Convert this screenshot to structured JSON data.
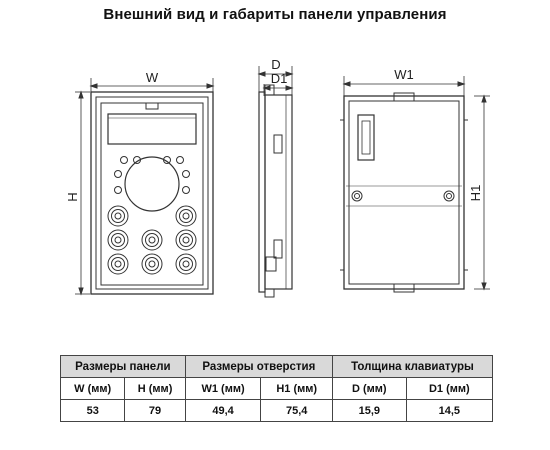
{
  "title": "Внешний вид и габариты панели управления",
  "dimension_labels": {
    "w": "W",
    "h": "H",
    "d": "D",
    "d1": "D1",
    "w1": "W1",
    "h1": "H1"
  },
  "table": {
    "groups": [
      "Размеры панели",
      "Размеры отверстия",
      "Толщина клавиатуры"
    ],
    "units": [
      "W (мм)",
      "H (мм)",
      "W1 (мм)",
      "H1 (мм)",
      "D (мм)",
      "D1 (мм)"
    ],
    "values": [
      "53",
      "79",
      "49,4",
      "75,4",
      "15,9",
      "14,5"
    ]
  }
}
